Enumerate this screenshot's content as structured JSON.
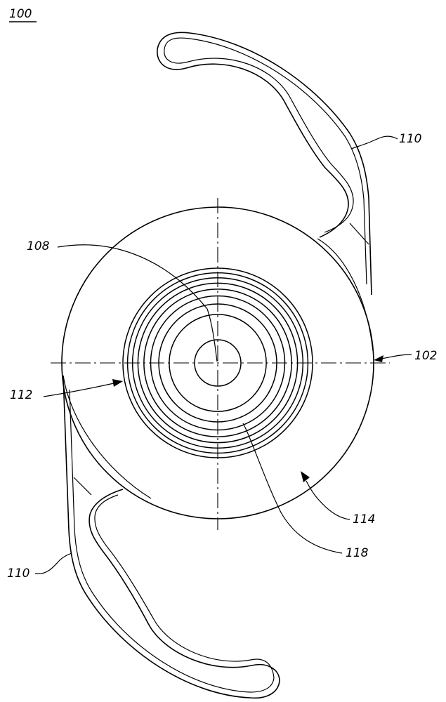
{
  "figure": {
    "labels": {
      "assembly": "100",
      "lens_edge": "102",
      "center": "108",
      "haptic_top": "110",
      "haptic_bottom": "110",
      "optic_boundary": "112",
      "optic_surface": "114",
      "diffractive_zones": "118"
    },
    "diffractive_ring_count": 9
  }
}
